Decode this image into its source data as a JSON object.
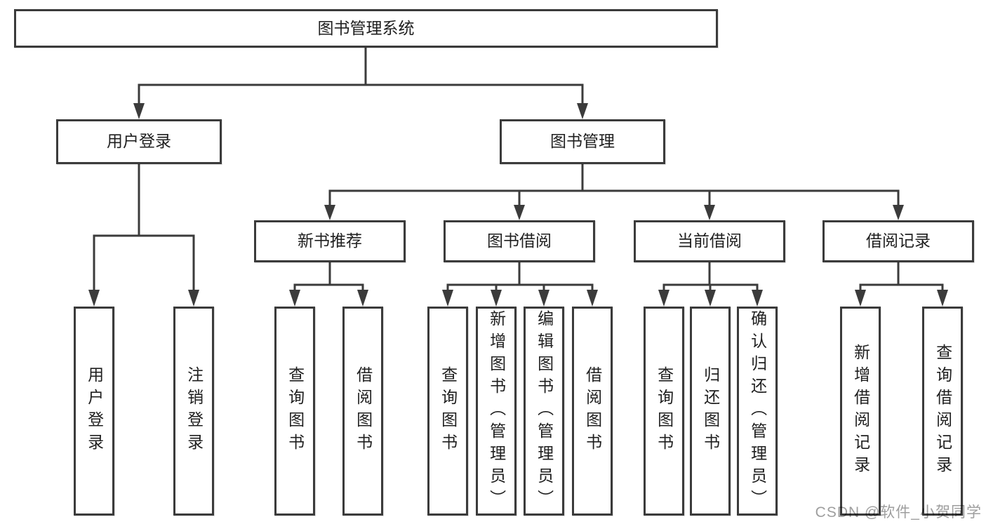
{
  "root_label": "图书管理系统",
  "level2": [
    "用户登录",
    "图书管理"
  ],
  "level3": [
    "新书推荐",
    "图书借阅",
    "当前借阅",
    "借阅记录"
  ],
  "leaves": [
    "用户登录",
    "注销登录",
    "查询图书",
    "借阅图书",
    "查询图书",
    "新增图书（管理员）",
    "编辑图书（管理员）",
    "借阅图书",
    "查询图书",
    "归还图书",
    "确认归还（管理员）",
    "新增借阅记录",
    "查询借阅记录"
  ],
  "watermark": "CSDN @软件_小贺同学",
  "colors": {
    "line": "#3b3b3b",
    "text": "#1f1f1f",
    "watermark": "#9e9e9e",
    "background": "#ffffff"
  }
}
